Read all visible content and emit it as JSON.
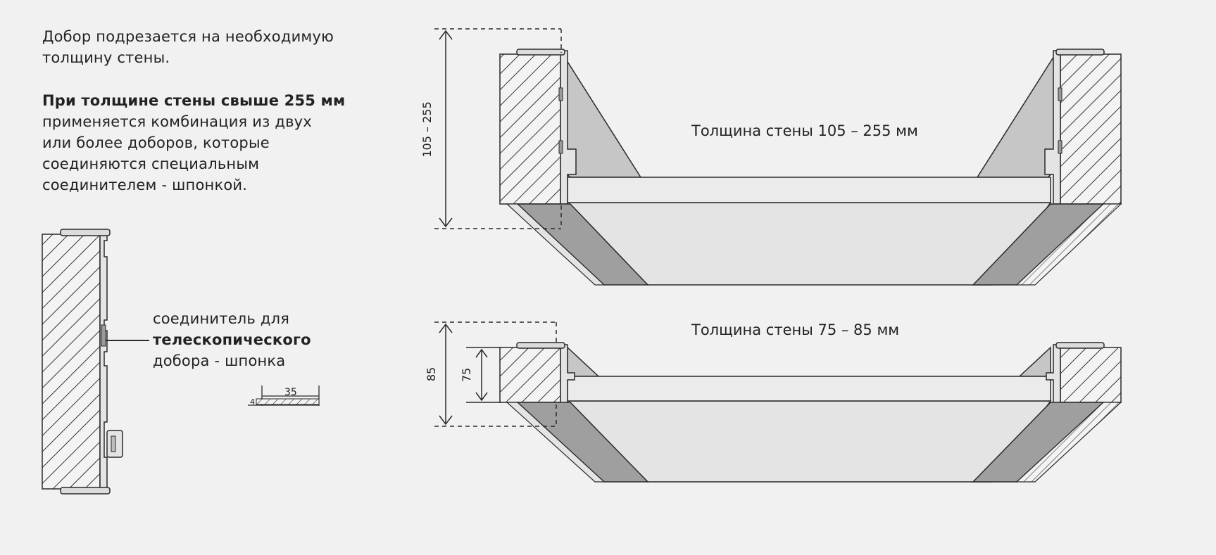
{
  "intro": {
    "lines": [
      "Добор подрезается на необходимую",
      "толщину стены."
    ]
  },
  "info": {
    "bold_line": "При толщине стены свыше 255 мм",
    "lines": [
      "применяется комбинация из двух",
      "или более доборов, которые",
      "соединяются специальным",
      "соединителем - шпонкой."
    ]
  },
  "connector_note": {
    "line1": "соединитель для",
    "line2_bold": "телескопического",
    "line3": "добора - шпонка",
    "dimension": "35"
  },
  "top_view": {
    "label": "Толщина стены 105 – 255 мм",
    "dimension": "105 – 255"
  },
  "bottom_view": {
    "label": "Толщина стены 75 – 85 мм",
    "dimension_outer": "85",
    "dimension_inner": "75"
  },
  "colors": {
    "background": "#f1f1f1",
    "line": "#2a2a2a",
    "hatch": "#3a3a3a",
    "light_fill": "#e3e3e3",
    "mid_fill": "#c4c4c4",
    "dark_fill": "#9a9a9a"
  }
}
